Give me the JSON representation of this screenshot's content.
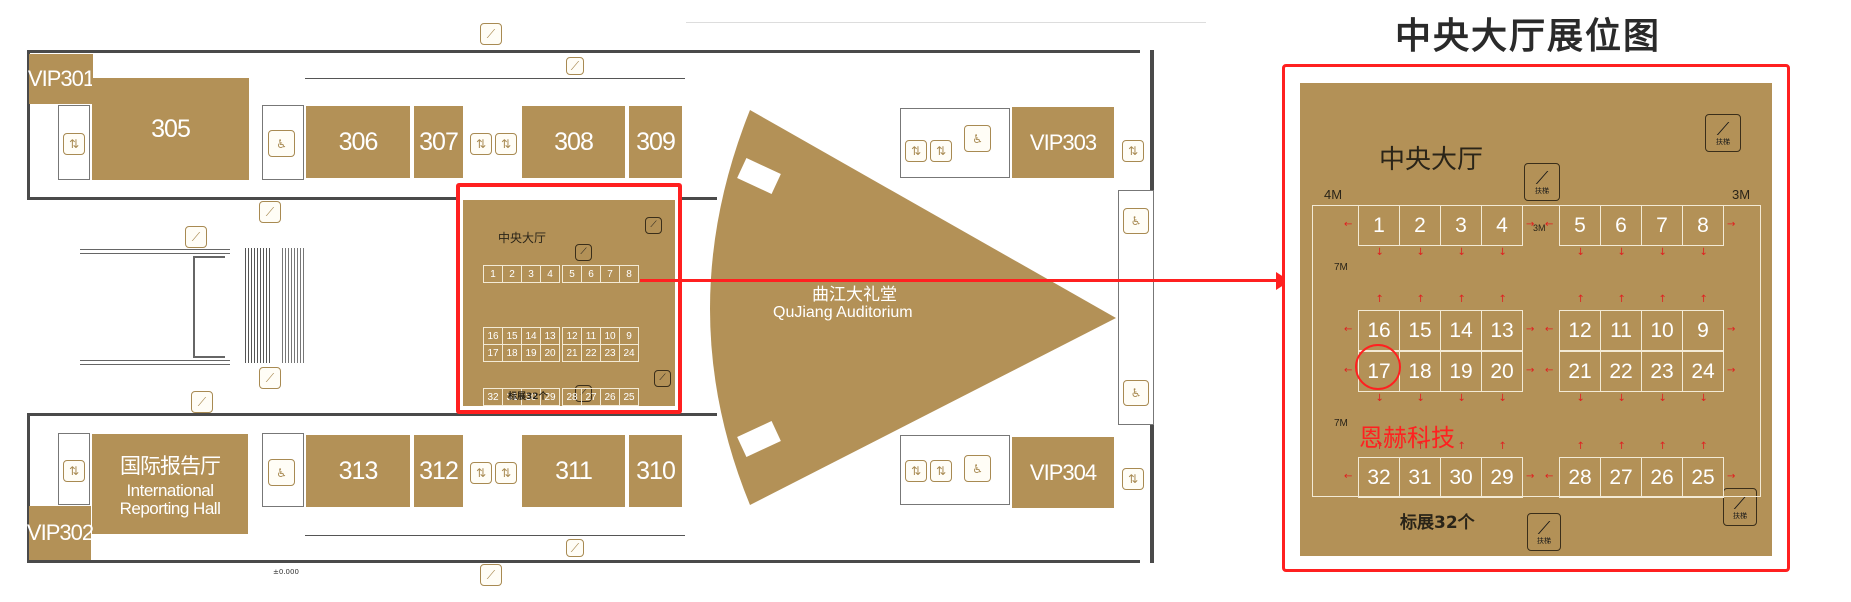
{
  "title": "中央大厅展位图",
  "colors": {
    "room_fill": "#b39157",
    "highlight": "#ff2020",
    "booth_line": "#f3ead5",
    "text_dark": "#2a2418"
  },
  "floor_plan": {
    "rooms": {
      "vip301": "VIP301",
      "r305": "305",
      "r306": "306",
      "r307": "307",
      "r308": "308",
      "r309": "309",
      "vip303": "VIP303",
      "vip302": "VIP302",
      "intl_cn": "国际报告厅",
      "intl_en_1": "International",
      "intl_en_2": "Reporting Hall",
      "r313": "313",
      "r312": "312",
      "r311": "311",
      "r310": "310",
      "vip304": "VIP304"
    },
    "auditorium": {
      "name_cn": "曲江大礼堂",
      "name_en": "QuJiang Auditorium"
    },
    "elevation_mark": "±0.000",
    "icons": {
      "escalator": "escalator-icon",
      "elevator": "elevator-icon",
      "restroom": "restroom-icon"
    }
  },
  "hall_map": {
    "hall_name": "中央大厅",
    "escalator_label": "扶梯",
    "summary": "标展32个",
    "dimensions": {
      "left_margin": "4M",
      "right_margin": "3M",
      "middle_gap": "3M",
      "aisle_1": "7M",
      "aisle_2": "7M"
    },
    "rows": [
      {
        "left": [
          "1",
          "2",
          "3",
          "4"
        ],
        "right": [
          "5",
          "6",
          "7",
          "8"
        ]
      },
      {
        "left": [
          "16",
          "15",
          "14",
          "13"
        ],
        "right": [
          "12",
          "11",
          "10",
          "9"
        ]
      },
      {
        "left": [
          "17",
          "18",
          "19",
          "20"
        ],
        "right": [
          "21",
          "22",
          "23",
          "24"
        ]
      },
      {
        "left": [
          "32",
          "31",
          "30",
          "29"
        ],
        "right": [
          "28",
          "27",
          "26",
          "25"
        ]
      }
    ],
    "highlighted_booth": "17",
    "company_annotation": "恩赫科技"
  }
}
